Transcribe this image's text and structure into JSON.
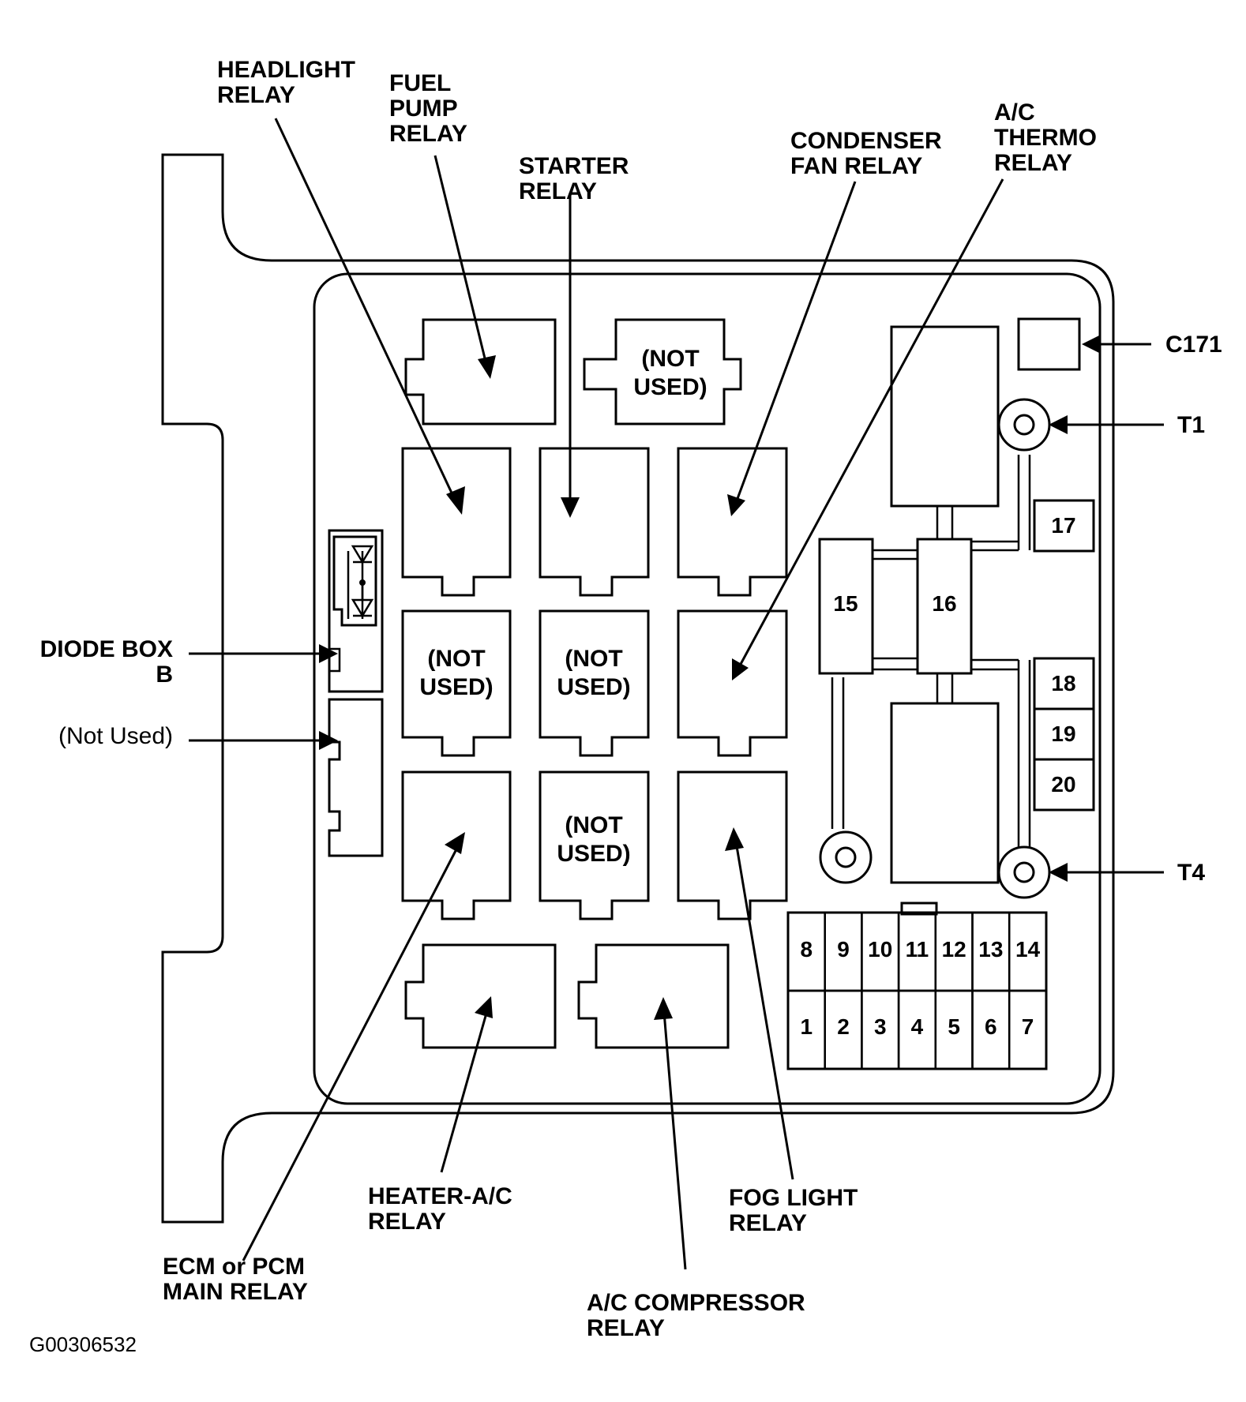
{
  "labels": {
    "headlight_relay": [
      "HEADLIGHT",
      "RELAY"
    ],
    "fuel_pump_relay": [
      "FUEL",
      "PUMP",
      "RELAY"
    ],
    "starter_relay": [
      "STARTER",
      "RELAY"
    ],
    "condenser_fan_relay": [
      "CONDENSER",
      "FAN RELAY"
    ],
    "ac_thermo_relay": [
      "A/C",
      "THERMO",
      "RELAY"
    ],
    "c171": "C171",
    "t1": "T1",
    "t4": "T4",
    "diode_box_b": [
      "DIODE BOX",
      "B"
    ],
    "not_used_side": "(Not Used)",
    "heater_ac_relay": [
      "HEATER-A/C",
      "RELAY"
    ],
    "fog_light_relay": [
      "FOG LIGHT",
      "RELAY"
    ],
    "ecm_pcm_main_relay": [
      "ECM or PCM",
      "MAIN RELAY"
    ],
    "ac_compressor_relay": [
      "A/C COMPRESSOR",
      "RELAY"
    ],
    "figure_id": "G00306532"
  },
  "not_used_box": [
    "(NOT",
    "USED)"
  ],
  "fuses": {
    "big": [
      "15",
      "16"
    ],
    "side": [
      "17",
      "18",
      "19",
      "20"
    ],
    "top_row": [
      "8",
      "9",
      "10",
      "11",
      "12",
      "13",
      "14"
    ],
    "bottom_row": [
      "1",
      "2",
      "3",
      "4",
      "5",
      "6",
      "7"
    ]
  }
}
